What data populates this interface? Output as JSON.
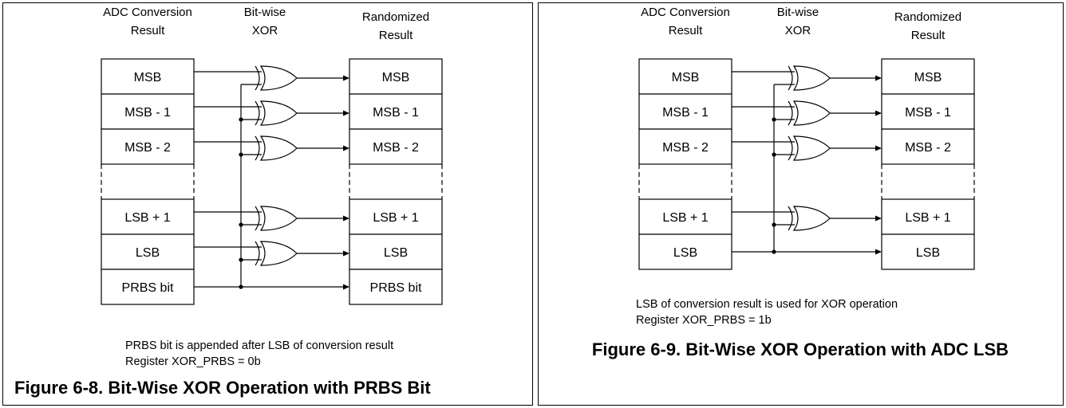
{
  "figures": [
    {
      "id": "fig-6-8",
      "header_left": [
        "ADC Conversion",
        "Result"
      ],
      "header_mid": [
        "Bit-wise",
        "XOR"
      ],
      "header_right": [
        "Randomized",
        "Result"
      ],
      "rows": [
        {
          "label": "MSB",
          "xor": true
        },
        {
          "label": "MSB - 1",
          "xor": true
        },
        {
          "label": "MSB - 2",
          "xor": true
        },
        {
          "label": "",
          "gap": true
        },
        {
          "label": "LSB + 1",
          "xor": true
        },
        {
          "label": "LSB",
          "xor": true
        },
        {
          "label": "PRBS bit",
          "xor": false,
          "source": true
        }
      ],
      "notes": [
        "PRBS bit is appended after LSB of conversion result",
        "Register XOR_PRBS = 0b"
      ],
      "caption": "Figure 6-8. Bit-Wise XOR Operation with PRBS Bit"
    },
    {
      "id": "fig-6-9",
      "header_left": [
        "ADC Conversion",
        "Result"
      ],
      "header_mid": [
        "Bit-wise",
        "XOR"
      ],
      "header_right": [
        "Randomized",
        "Result"
      ],
      "rows": [
        {
          "label": "MSB",
          "xor": true
        },
        {
          "label": "MSB - 1",
          "xor": true
        },
        {
          "label": "MSB - 2",
          "xor": true
        },
        {
          "label": "",
          "gap": true
        },
        {
          "label": "LSB + 1",
          "xor": true
        },
        {
          "label": "LSB",
          "xor": false,
          "source": true
        }
      ],
      "notes": [
        "LSB of conversion result is used for XOR operation",
        "Register XOR_PRBS = 1b"
      ],
      "caption": "Figure 6-9. Bit-Wise XOR Operation with ADC LSB"
    }
  ]
}
